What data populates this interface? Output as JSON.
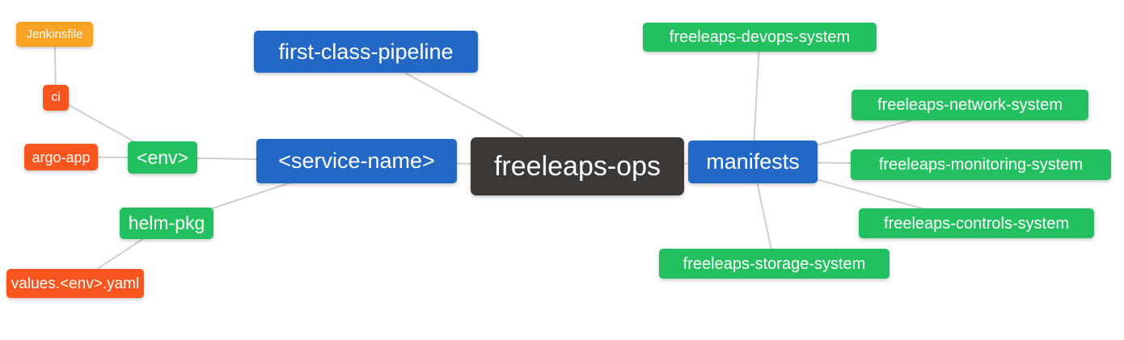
{
  "diagram": {
    "type": "mindmap",
    "root_label": "freeleaps-ops"
  },
  "colors": {
    "blue": "#2268c4",
    "green": "#22c05e",
    "red": "#f9561f",
    "amber": "#f9a325",
    "dark": "#3b3836",
    "edge": "#cfcfcf"
  },
  "nodes": {
    "jenkinsfile": {
      "label": "Jenkinsfile",
      "color": "amber"
    },
    "ci": {
      "label": "ci",
      "color": "red"
    },
    "argo_app": {
      "label": "argo-app",
      "color": "red"
    },
    "env": {
      "label": "<env>",
      "color": "green"
    },
    "helm_pkg": {
      "label": "helm-pkg",
      "color": "green"
    },
    "values_env_yaml": {
      "label": "values.<env>.yaml",
      "color": "red"
    },
    "first_class_pipeline": {
      "label": "first-class-pipeline",
      "color": "blue"
    },
    "service_name": {
      "label": "<service-name>",
      "color": "blue"
    },
    "freeleaps_ops": {
      "label": "freeleaps-ops",
      "color": "dark"
    },
    "manifests": {
      "label": "manifests",
      "color": "blue"
    },
    "devops_system": {
      "label": "freeleaps-devops-system",
      "color": "green"
    },
    "network_system": {
      "label": "freeleaps-network-system",
      "color": "green"
    },
    "monitoring_system": {
      "label": "freeleaps-monitoring-system",
      "color": "green"
    },
    "controls_system": {
      "label": "freeleaps-controls-system",
      "color": "green"
    },
    "storage_system": {
      "label": "freeleaps-storage-system",
      "color": "green"
    }
  },
  "edges": [
    [
      "jenkinsfile",
      "ci"
    ],
    [
      "ci",
      "env"
    ],
    [
      "argo_app",
      "env"
    ],
    [
      "env",
      "service_name"
    ],
    [
      "helm_pkg",
      "service_name"
    ],
    [
      "values_env_yaml",
      "helm_pkg"
    ],
    [
      "first_class_pipeline",
      "freeleaps_ops"
    ],
    [
      "service_name",
      "freeleaps_ops"
    ],
    [
      "freeleaps_ops",
      "manifests"
    ],
    [
      "manifests",
      "devops_system"
    ],
    [
      "manifests",
      "network_system"
    ],
    [
      "manifests",
      "monitoring_system"
    ],
    [
      "manifests",
      "controls_system"
    ],
    [
      "manifests",
      "storage_system"
    ]
  ]
}
